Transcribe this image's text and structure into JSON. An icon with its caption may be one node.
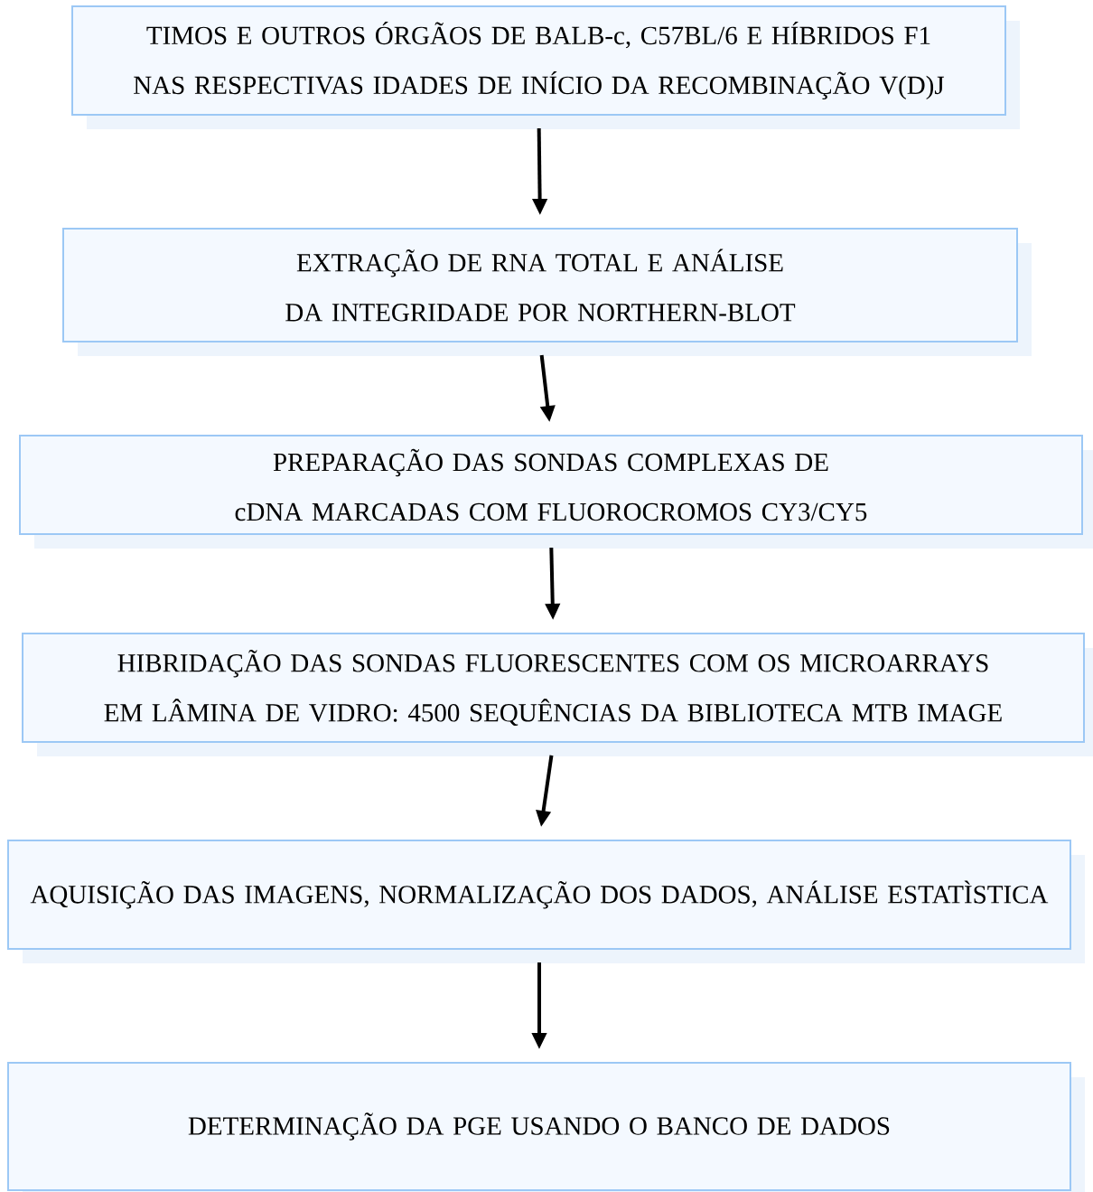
{
  "diagram": {
    "nodes": [
      {
        "text": [
          "TIMOS E OUTROS ÓRGÃOS DE BALB-c, C57BL/6 E HÍBRIDOS F1 NAS RESPECTIVAS IDADES DE INÍCIO DA RECOMBINAÇÃO V(D)J"
        ]
      },
      {
        "text": [
          "EXTRAÇÃO DE RNA TOTAL E ANÁLISE DA INTEGRIDADE POR NORTHERN-BLOT"
        ]
      },
      {
        "text": [
          "PREPARAÇÃO DAS SONDAS COMPLEXAS DE cDNA MARCADAS COM FLUOROCROMOS CY3/CY5"
        ]
      },
      {
        "text": [
          "HIBRIDAÇÃO DAS SONDAS FLUORESCENTES COM OS MICROARRAYS EM LÂMINA DE VIDRO: 4500 SEQUÊNCIAS DA BIBLIOTECA MTB IMAGE"
        ]
      },
      {
        "text": [
          "AQUISIÇÃO DAS IMAGENS, NORMALIZAÇÃO DOS DADOS, ANÁLISE ESTATÌSTICA"
        ]
      },
      {
        "text": [
          "DETERMINAÇÃO DA PGE USANDO O BANCO DE DADOS"
        ]
      }
    ],
    "edges": [
      {
        "from": 0,
        "to": 1,
        "arrow": "to"
      },
      {
        "from": 1,
        "to": 2,
        "arrow": "to"
      },
      {
        "from": 2,
        "to": 3,
        "arrow": "to"
      },
      {
        "from": 3,
        "to": 4,
        "arrow": "to"
      },
      {
        "from": 4,
        "to": 5,
        "arrow": "to"
      }
    ]
  }
}
